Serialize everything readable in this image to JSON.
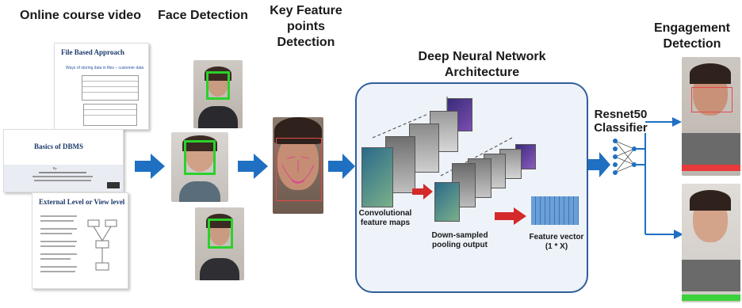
{
  "headers": {
    "video": "Online course video",
    "face": "Face Detection",
    "keypoints_l1": "Key Feature",
    "keypoints_l2": "points",
    "keypoints_l3": "Detection",
    "dnn_l1": "Deep Neural Network",
    "dnn_l2": "Architecture",
    "engagement_l1": "Engagement",
    "engagement_l2": "Detection"
  },
  "slides": {
    "slide1_title": "File Based Approach",
    "slide1_subtitle": "Ways of storing data in files – customer data",
    "slide2_title": "Basics of DBMS",
    "slide2_by": "By",
    "slide3_title": "External Level or View level"
  },
  "dnn": {
    "conv_l1": "Convolutional",
    "conv_l2": "feature maps",
    "pool_l1": "Down-sampled",
    "pool_l2": "pooling output",
    "fv_l1": "Feature vector",
    "fv_l2": "(1 * X)"
  },
  "classifier": {
    "l1": "Resnet50",
    "l2": "Classifier"
  },
  "colors": {
    "arrow_blue": "#1f6fc2",
    "bbox_green": "#2bd12b",
    "red_arrow": "#d42a2a",
    "dnn_border": "#2f5f9a"
  }
}
